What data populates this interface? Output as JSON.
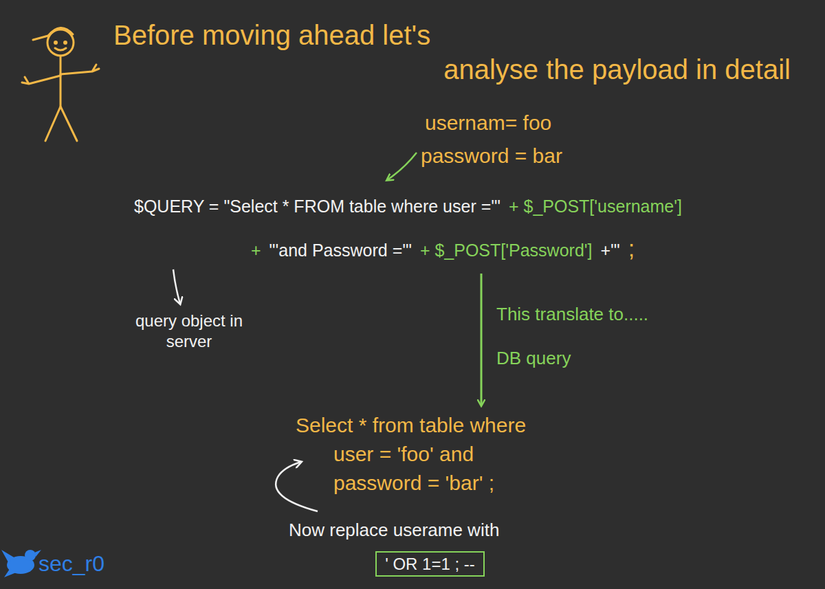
{
  "diagram": {
    "title": "Before moving ahead let's analyse the payload in detail",
    "nodes": [
      {
        "text": [
          "' OR 1=1 ; --"
        ]
      }
    ],
    "labels": [
      "usernam= foo",
      "password = bar",
      "$QUERY = \"Select * FROM table where user ='\"",
      "+ $_POST['username']",
      "+",
      "\"'and Password ='\"",
      "+ $_POST['Password']",
      "+'\"",
      ";",
      "query object in server",
      "This translate to..... DB query",
      "Select * from table where user = 'foo' and password = 'bar' ;",
      "Now replace userame with",
      "sec_r0"
    ]
  }
}
